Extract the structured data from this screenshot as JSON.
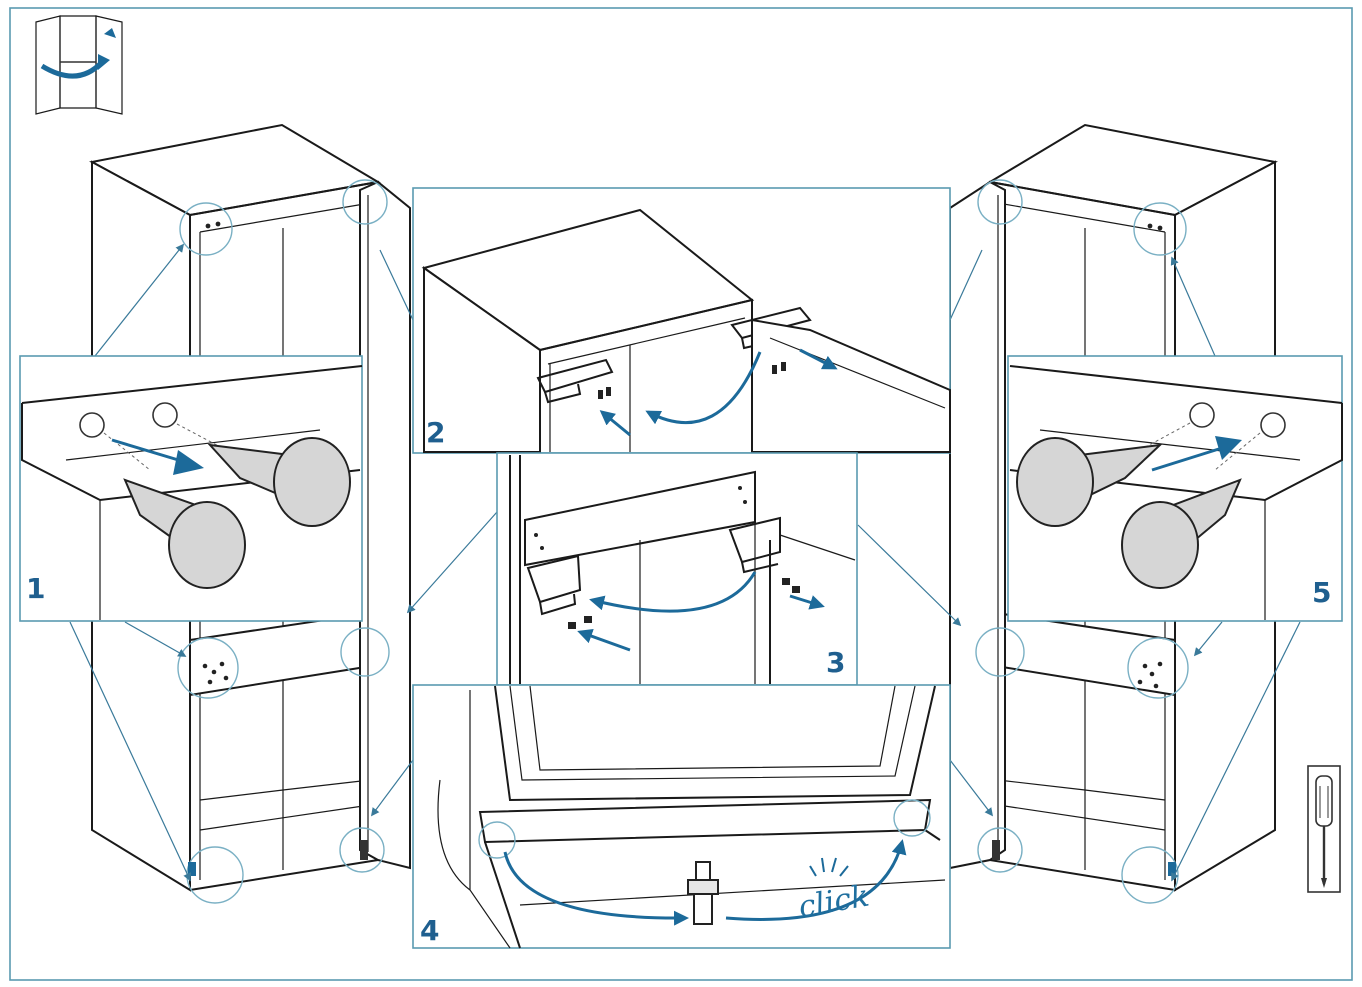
{
  "steps": [
    {
      "number": "1"
    },
    {
      "number": "2"
    },
    {
      "number": "3"
    },
    {
      "number": "4"
    },
    {
      "number": "5"
    }
  ],
  "step4": {
    "click_label": "click"
  },
  "icons": {
    "door_reversal": "door-reversal-icon",
    "screwdriver": "screwdriver-icon"
  },
  "colors": {
    "accent_blue": "#1c6a9a",
    "panel_border": "#5a9ab0",
    "line": "#1a1a1a",
    "plug_gray": "#d6d6d6"
  }
}
